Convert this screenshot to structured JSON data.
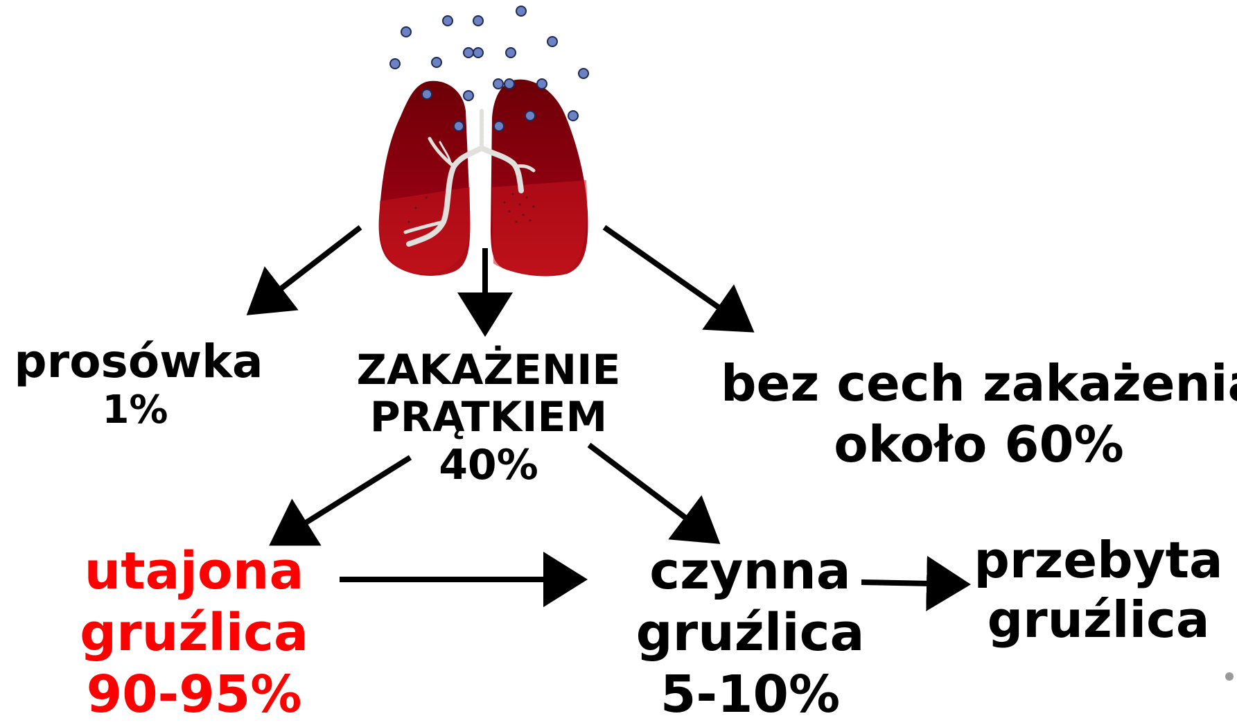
{
  "diagram": {
    "nodes": {
      "prosowka": {
        "label": "prosówka",
        "percent": "1%"
      },
      "zakazenie": {
        "line1": "ZAKAŻENIE",
        "line2": "PRĄTKIEM",
        "percent": "40%"
      },
      "bez_cech": {
        "line1": "bez cech zakażenia",
        "line2": "około 60%"
      },
      "utajona": {
        "line1": "utajona",
        "line2": "gruźlica",
        "percent": "90-95%",
        "color": "#ff0000"
      },
      "czynna": {
        "line1": "czynna",
        "line2": "gruźlica",
        "percent": "5-10%"
      },
      "przebyta": {
        "line1": "przebyta",
        "line2": "gruźlica"
      }
    },
    "edges": [
      {
        "from": "lungs",
        "to": "prosowka"
      },
      {
        "from": "lungs",
        "to": "zakazenie"
      },
      {
        "from": "lungs",
        "to": "bez_cech"
      },
      {
        "from": "zakazenie",
        "to": "utajona"
      },
      {
        "from": "zakazenie",
        "to": "czynna"
      },
      {
        "from": "utajona",
        "to": "czynna"
      },
      {
        "from": "czynna",
        "to": "przebyta"
      }
    ],
    "illustration": {
      "icon": "lungs-icon",
      "particles": "bacteria-droplets"
    },
    "colors": {
      "lung_dark": "#7a0008",
      "lung_mid": "#a3000e",
      "lung_light": "#c3121b",
      "particle": "#6d82c2",
      "text": "#000000",
      "highlight": "#ff0000"
    }
  }
}
